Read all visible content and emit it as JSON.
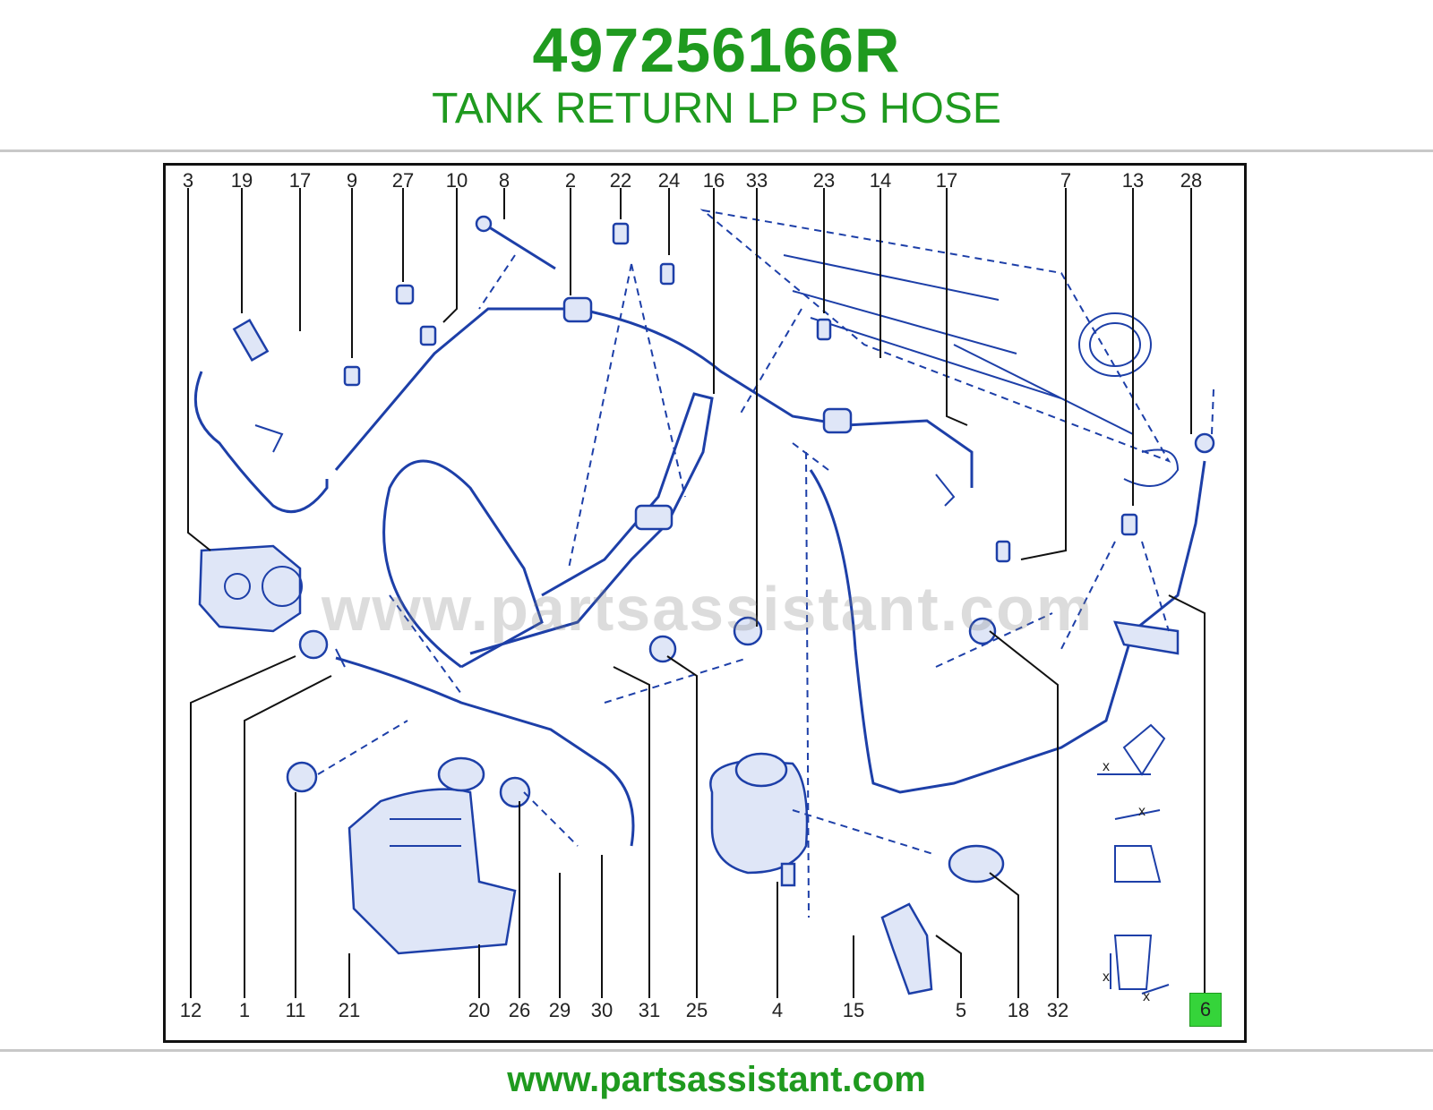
{
  "header": {
    "part_number": "497256166R",
    "part_name": "TANK RETURN LP PS HOSE"
  },
  "diagram": {
    "watermark": "www.partsassistant.com",
    "top_callouts": [
      "3",
      "19",
      "17",
      "9",
      "27",
      "10",
      "8",
      "2",
      "22",
      "24",
      "16",
      "33",
      "23",
      "14",
      "17",
      "7",
      "13",
      "28"
    ],
    "bottom_callouts": [
      "12",
      "1",
      "11",
      "21",
      "20",
      "26",
      "29",
      "30",
      "31",
      "25",
      "4",
      "15",
      "5",
      "18",
      "32"
    ],
    "highlighted_callout": "6",
    "measure_mark": "x",
    "line_color": "#1d3fa8",
    "highlight_color": "#35d43a"
  },
  "footer": {
    "url": "www.partsassistant.com"
  },
  "colors": {
    "brand_green": "#1f9a1f"
  }
}
